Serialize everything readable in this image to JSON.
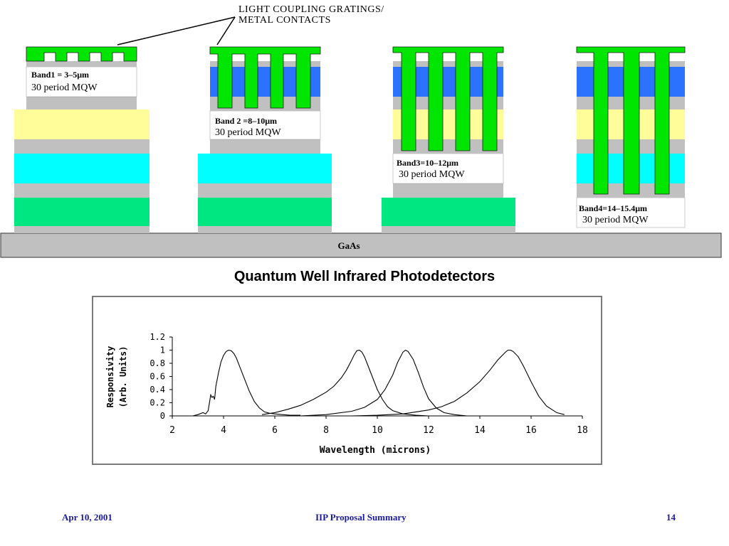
{
  "diagram": {
    "annotation_line1": "LIGHT COUPLING GRATINGS/",
    "annotation_line2": "METAL CONTACTS",
    "substrate_label": "GaAs",
    "bands": [
      {
        "name": "Band1 = 3–5μm",
        "detail": "30 period MQW"
      },
      {
        "name": "Band 2 =8–10μm",
        "detail": "30 period MQW"
      },
      {
        "name": "Band3=10–12μm",
        "detail": "30 period MQW"
      },
      {
        "name": "Band4=14–15.4μm",
        "detail": "30 period MQW"
      }
    ],
    "colors": {
      "substrate": "#c0c0c0",
      "barrier": "#c0c0c0",
      "contact": "#00e600",
      "band1_mqw": "#fffd99",
      "band2_mqw": "#00ffff",
      "band3_mqw": "#2a72ff",
      "band4_layer": "#ffffff"
    }
  },
  "section_title": "Quantum Well Infrared Photodetectors",
  "chart_data": {
    "type": "line",
    "title": "",
    "xlabel": "Wavelength (microns)",
    "ylabel_line1": "Responsivity",
    "ylabel_line2": "(Arb. Units)",
    "xlim": [
      2,
      18
    ],
    "ylim": [
      0,
      1.2
    ],
    "xticks": [
      2,
      4,
      6,
      8,
      10,
      12,
      14,
      16,
      18
    ],
    "yticks": [
      0,
      0.2,
      0.4,
      0.6,
      0.8,
      1,
      1.2
    ],
    "grid": false,
    "series": [
      {
        "x": [
          2.8,
          3.0,
          3.2,
          3.3,
          3.4,
          3.45,
          3.5,
          3.55,
          3.6,
          3.65,
          3.7,
          3.8,
          3.9,
          4.0,
          4.1,
          4.2,
          4.3,
          4.4,
          4.5,
          4.6,
          4.8,
          5.0,
          5.2,
          5.4,
          5.6,
          5.8,
          6.0,
          6.3,
          6.6,
          7.0
        ],
        "y": [
          0.0,
          0.02,
          0.05,
          0.03,
          0.08,
          0.2,
          0.32,
          0.28,
          0.3,
          0.25,
          0.45,
          0.65,
          0.82,
          0.92,
          0.98,
          1.0,
          0.99,
          0.95,
          0.88,
          0.78,
          0.58,
          0.38,
          0.22,
          0.12,
          0.06,
          0.04,
          0.03,
          0.02,
          0.01,
          0.01
        ]
      },
      {
        "x": [
          5.5,
          6.0,
          6.5,
          7.0,
          7.5,
          8.0,
          8.3,
          8.6,
          8.8,
          9.0,
          9.1,
          9.2,
          9.3,
          9.4,
          9.5,
          9.6,
          9.8,
          10.0,
          10.2,
          10.4,
          10.6,
          11.0,
          11.5,
          12.0
        ],
        "y": [
          0.02,
          0.05,
          0.1,
          0.16,
          0.25,
          0.36,
          0.45,
          0.58,
          0.7,
          0.85,
          0.93,
          0.99,
          1.0,
          0.97,
          0.9,
          0.8,
          0.6,
          0.4,
          0.25,
          0.14,
          0.08,
          0.03,
          0.01,
          0.0
        ]
      },
      {
        "x": [
          7.0,
          8.0,
          9.0,
          9.5,
          10.0,
          10.3,
          10.6,
          10.8,
          11.0,
          11.1,
          11.2,
          11.4,
          11.6,
          11.8,
          12.0,
          12.3,
          12.6,
          13.0,
          13.5
        ],
        "y": [
          0.0,
          0.02,
          0.07,
          0.13,
          0.25,
          0.4,
          0.62,
          0.82,
          0.97,
          1.0,
          0.98,
          0.86,
          0.66,
          0.44,
          0.26,
          0.12,
          0.05,
          0.02,
          0.0
        ]
      },
      {
        "x": [
          9.0,
          10.0,
          11.0,
          12.0,
          12.5,
          13.0,
          13.5,
          14.0,
          14.4,
          14.7,
          15.0,
          15.1,
          15.2,
          15.3,
          15.5,
          15.7,
          16.0,
          16.3,
          16.6,
          17.0,
          17.3
        ],
        "y": [
          0.0,
          0.01,
          0.03,
          0.09,
          0.14,
          0.22,
          0.35,
          0.52,
          0.7,
          0.85,
          0.97,
          1.0,
          1.0,
          0.98,
          0.9,
          0.76,
          0.52,
          0.3,
          0.15,
          0.05,
          0.02
        ]
      }
    ]
  },
  "footer": {
    "date": "Apr 10, 2001",
    "center": "IIP Proposal Summary",
    "page": "14"
  }
}
